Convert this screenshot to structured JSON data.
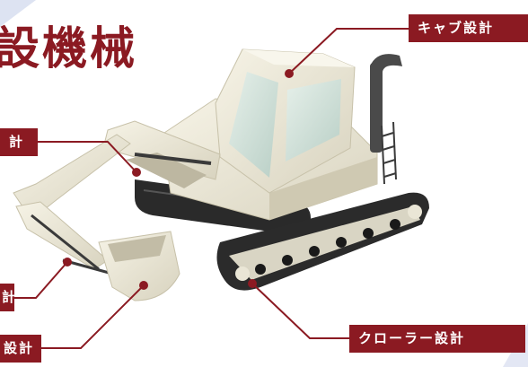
{
  "title": "設機械",
  "labels": {
    "cab": "キャブ設計",
    "left_top": "計",
    "left_mid": "計",
    "left_bottom": "設計",
    "crawler": "クローラー設計"
  },
  "colors": {
    "accent": "#8b1a22",
    "body": "#ece8d8",
    "track": "#2a2a2a"
  }
}
